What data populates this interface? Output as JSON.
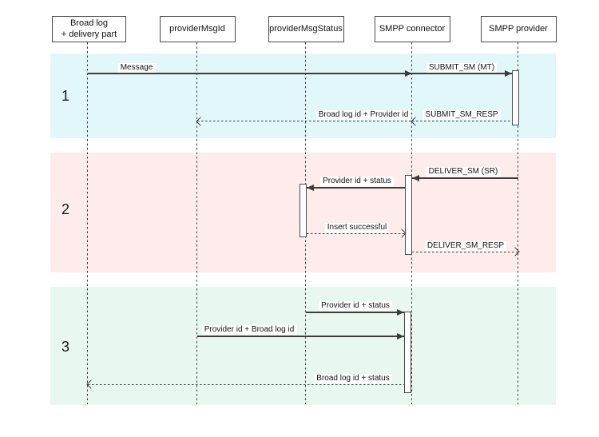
{
  "diagram_type": "sequence-diagram",
  "actors": [
    {
      "label": "Broad log\n+ delivery part"
    },
    {
      "label": "providerMsgId"
    },
    {
      "label": "providerMsgStatus"
    },
    {
      "label": "SMPP connector"
    },
    {
      "label": "SMPP provider"
    }
  ],
  "phases": [
    {
      "number": "1",
      "color": "#e1f7fa"
    },
    {
      "number": "2",
      "color": "#fdeceb"
    },
    {
      "number": "3",
      "color": "#e8f7ef"
    }
  ],
  "messages": [
    {
      "label": "Message",
      "from": "Broad log + delivery part",
      "to": "SMPP connector",
      "style": "solid"
    },
    {
      "label": "SUBMIT_SM (MT)",
      "from": "SMPP connector",
      "to": "SMPP provider",
      "style": "solid"
    },
    {
      "label": "SUBMIT_SM_RESP",
      "from": "SMPP provider",
      "to": "SMPP connector",
      "style": "dashed"
    },
    {
      "label": "Broad log id + Provider id",
      "from": "SMPP connector",
      "to": "providerMsgId",
      "style": "dashed"
    },
    {
      "label": "DELIVER_SM (SR)",
      "from": "SMPP provider",
      "to": "SMPP connector",
      "style": "solid"
    },
    {
      "label": "Provider id + status",
      "from": "SMPP connector",
      "to": "providerMsgStatus",
      "style": "solid"
    },
    {
      "label": "Insert successful",
      "from": "providerMsgStatus",
      "to": "SMPP connector",
      "style": "dashed"
    },
    {
      "label": "DELIVER_SM_RESP",
      "from": "SMPP connector",
      "to": "SMPP provider",
      "style": "dashed"
    },
    {
      "label": "Provider id + status",
      "from": "providerMsgStatus",
      "to": "SMPP connector",
      "style": "solid"
    },
    {
      "label": "Provider id + Broad log id",
      "from": "providerMsgId",
      "to": "SMPP connector",
      "style": "solid"
    },
    {
      "label": "Broad log id + status",
      "from": "SMPP connector",
      "to": "Broad log + delivery part",
      "style": "dashed"
    }
  ]
}
